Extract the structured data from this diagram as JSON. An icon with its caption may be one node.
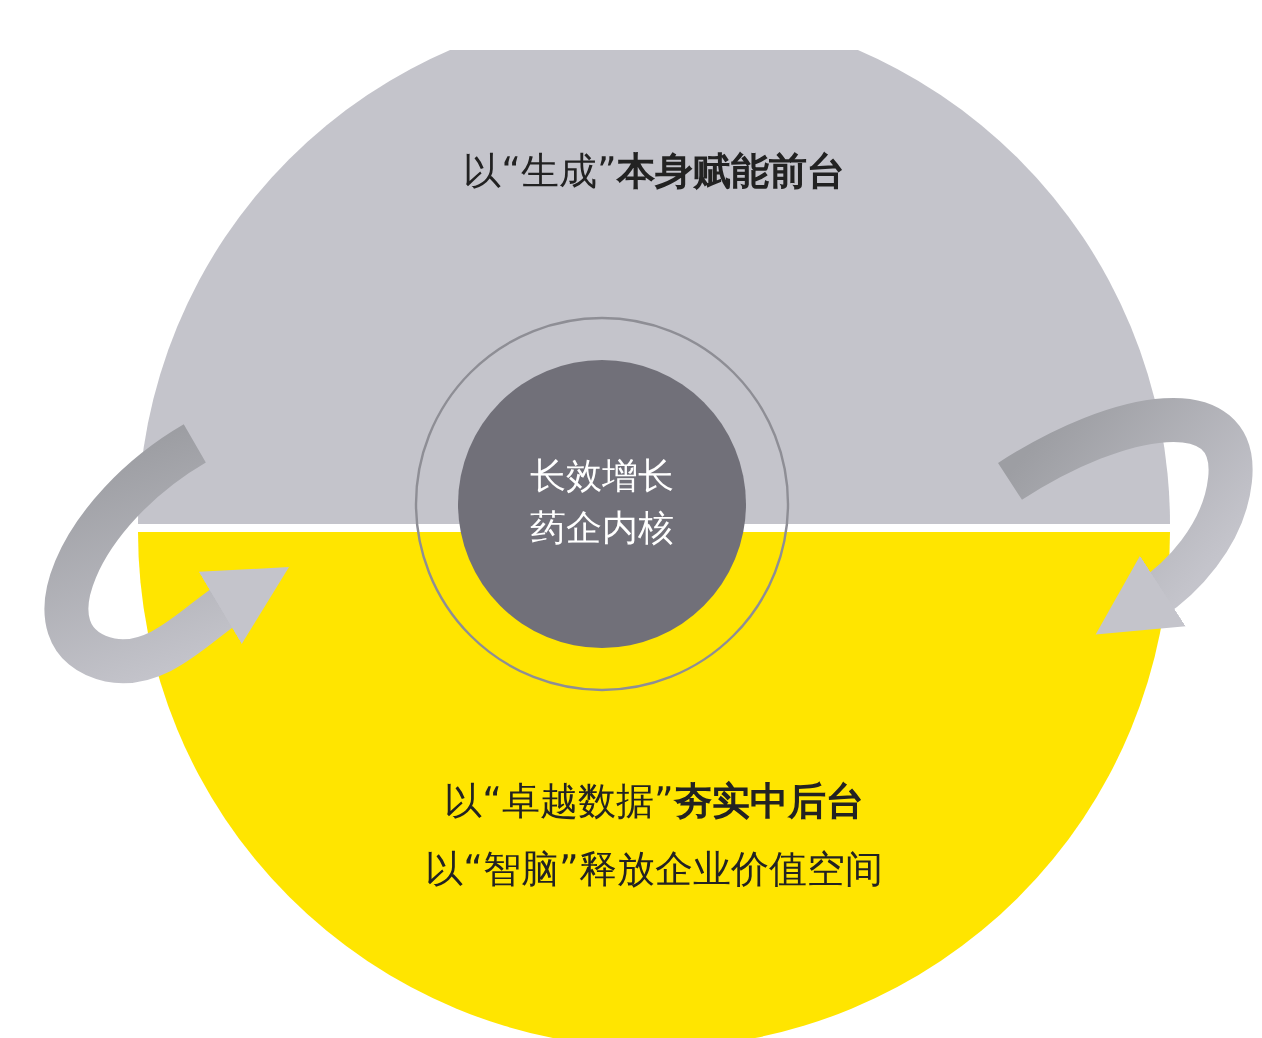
{
  "diagram": {
    "nodes": [
      {
        "text": [
          "以“生成”**本身赋能前台**"
        ]
      },
      {
        "text": [
          "以“卓越数据”**夯实中后台**",
          "以“智脑”释放企业价值空间"
        ]
      },
      {
        "text": [
          "长效增长药企内核"
        ]
      }
    ],
    "edges": [
      {
        "from": 0,
        "to": 1,
        "arrow": "to"
      },
      {
        "from": 0,
        "to": 1,
        "arrow": "to"
      }
    ]
  }
}
